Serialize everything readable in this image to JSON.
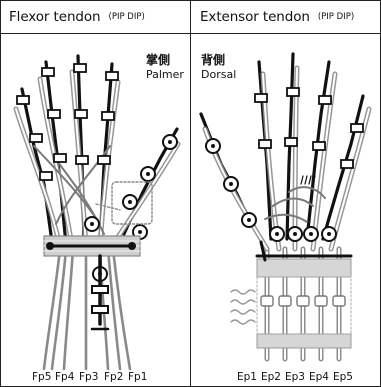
{
  "headers": {
    "left": {
      "title": "Flexor tendon",
      "subtitle": "(PIP DIP)"
    },
    "right": {
      "title": "Extensor tendon",
      "subtitle": "(PIP DIP)"
    }
  },
  "panels": {
    "left": {
      "side_jp": "掌側",
      "side_en": "Palmer",
      "tendons": [
        "Fp5",
        "Fp4",
        "Fp3",
        "Fp2",
        "Fp1"
      ]
    },
    "right": {
      "side_jp": "背側",
      "side_en": "Dorsal",
      "tendons": [
        "Ep1",
        "Ep2",
        "Ep3",
        "Ep4",
        "Ep5"
      ]
    }
  },
  "colors": {
    "line": "#111111",
    "tendon": "#8c8c8c",
    "band": "#c8c8c8",
    "background": "#ffffff"
  }
}
